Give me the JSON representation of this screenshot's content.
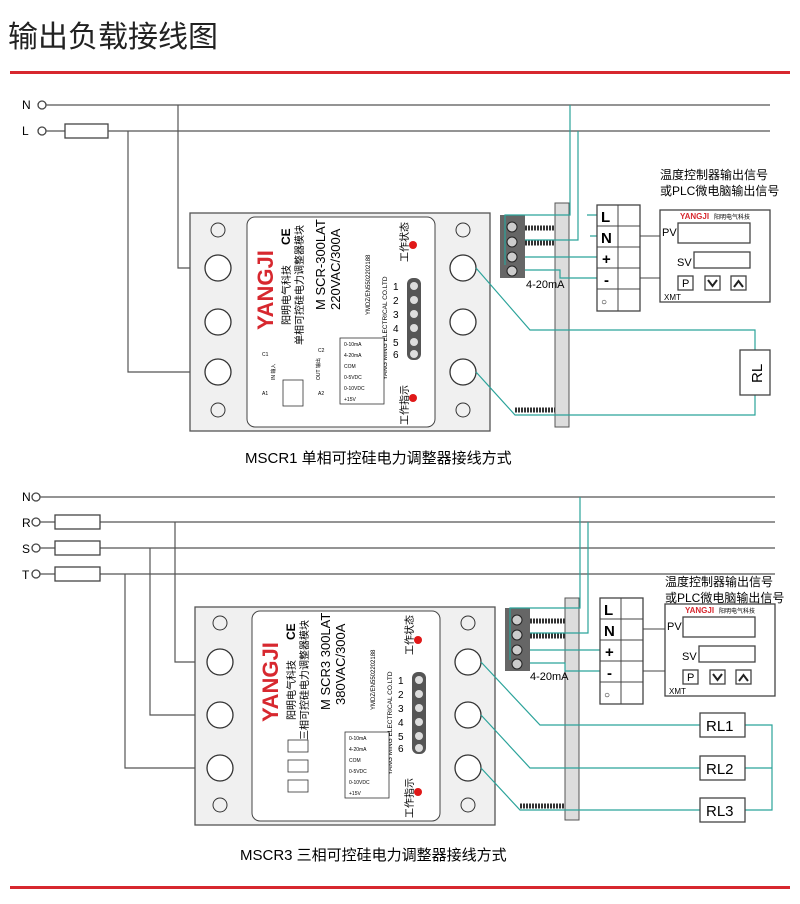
{
  "header": {
    "title": "输出负载接线图",
    "accent_color": "#d7282f"
  },
  "diagram1": {
    "lines": [
      "N",
      "L"
    ],
    "module": {
      "brand": "YANGJI",
      "company_cn": "阳明电气科技",
      "product_cn": "单相可控硅电力调整器模块",
      "model": "M SCR-300LAT",
      "rating": "220VAC/300A",
      "standard": "YMDZ/EN5502202188",
      "company_en": "YANG MING ELECTRICAL CO.LTD",
      "ce": "CE",
      "status_label": "工作状态",
      "indicator_label": "工作指示",
      "terminal_numbers": [
        "1",
        "2",
        "3",
        "4",
        "5",
        "6"
      ],
      "signals": [
        "0-10mA",
        "4-20mA",
        "COM",
        "0-5VDC",
        "0-10VDC",
        "+15V"
      ],
      "in_label": "IN 输入",
      "out_label": "OUT 输出",
      "pins": [
        "A1",
        "C1",
        "A2",
        "C2"
      ]
    },
    "signal_label": "4-20mA",
    "controller_caption": [
      "温度控制器输出信号",
      "或PLC微电脑输出信号"
    ],
    "controller": {
      "brand": "YANGJI",
      "brand_cn": "阳明电气科技",
      "pv": "PV",
      "sv": "SV",
      "p_key": "P",
      "model": "XMT"
    },
    "strip": [
      "L",
      "N",
      "+",
      "-",
      "○"
    ],
    "loads": [
      "RL"
    ],
    "caption": "MSCR1 单相可控硅电力调整器接线方式"
  },
  "diagram2": {
    "lines": [
      "N",
      "R",
      "S",
      "T"
    ],
    "module": {
      "brand": "YANGJI",
      "company_cn": "阳明电气科技",
      "product_cn": "三相可控硅电力调整器模块",
      "model": "M SCR3 300LAT",
      "rating": "380VAC/300A",
      "standard": "YMDZ/EN5502202188",
      "company_en": "YANG MING ELECTRICAL CO.LTD",
      "ce": "CE",
      "status_label": "工作状态",
      "indicator_label": "工作指示",
      "terminal_numbers": [
        "1",
        "2",
        "3",
        "4",
        "5",
        "6"
      ],
      "signals": [
        "0-10mA",
        "4-20mA",
        "COM",
        "0-5VDC",
        "0-10VDC",
        "+15V"
      ]
    },
    "signal_label": "4-20mA",
    "controller_caption": [
      "温度控制器输出信号",
      "或PLC微电脑输出信号"
    ],
    "controller": {
      "brand": "YANGJI",
      "brand_cn": "阳明电气科技",
      "pv": "PV",
      "sv": "SV",
      "p_key": "P",
      "model": "XMT"
    },
    "strip": [
      "L",
      "N",
      "+",
      "-",
      "○"
    ],
    "loads": [
      "RL1",
      "RL2",
      "RL3"
    ],
    "caption": "MSCR3 三相可控硅电力调整器接线方式"
  }
}
